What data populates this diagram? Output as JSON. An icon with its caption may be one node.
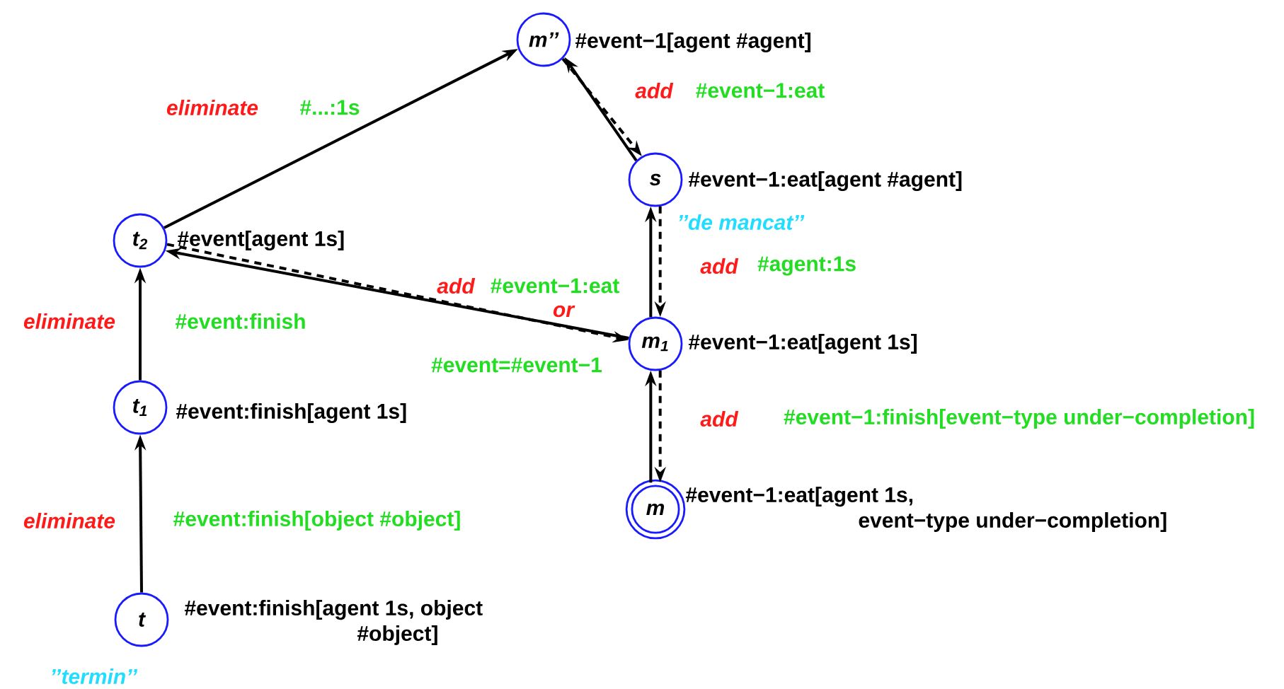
{
  "diagram": {
    "nodes": [
      {
        "text": [
          "m’’"
        ],
        "beside": [
          "#event−1[agent #agent]"
        ]
      },
      {
        "text": [
          "s"
        ],
        "beside": [
          "#event−1:eat[agent #agent]",
          "’’de mancat’’"
        ]
      },
      {
        "text": [
          "t$_{2}$"
        ],
        "beside": [
          "#event[agent 1s]"
        ]
      },
      {
        "text": [
          "m$_{1}$"
        ],
        "beside": [
          "#event−1:eat[agent 1s]"
        ]
      },
      {
        "text": [
          "t$_{1}$"
        ],
        "beside": [
          "#event:finish[agent 1s]"
        ]
      },
      {
        "text": [
          "m"
        ],
        "beside": [
          "#event−1:eat[agent 1s, event−type under−completion]"
        ]
      },
      {
        "text": [
          "t"
        ],
        "beside": [
          "#event:finish[agent 1s, object #object]",
          "’’termin’’"
        ]
      }
    ],
    "edges": [
      {
        "from": 2,
        "to": 0,
        "arrow": "to",
        "label": "eliminate"
      },
      {
        "from": 1,
        "to": 0,
        "arrow": "to"
      },
      {
        "from": 0,
        "to": 1,
        "arrow": "to",
        "style": "dashed",
        "label": "add"
      },
      {
        "from": 3,
        "to": 1,
        "arrow": "to"
      },
      {
        "from": 1,
        "to": 3,
        "arrow": "to",
        "style": "dashed",
        "label": "add"
      },
      {
        "from": 3,
        "to": 2,
        "arrow": "to"
      },
      {
        "from": 2,
        "to": 3,
        "arrow": "to",
        "style": "dashed",
        "label": "add"
      },
      {
        "from": 5,
        "to": 3,
        "arrow": "to"
      },
      {
        "from": 3,
        "to": 5,
        "arrow": "to",
        "style": "dashed",
        "label": "add"
      },
      {
        "from": 4,
        "to": 2,
        "arrow": "to",
        "label": "eliminate"
      },
      {
        "from": 6,
        "to": 4,
        "arrow": "to",
        "label": "eliminate"
      }
    ],
    "labels": [
      "#...:1s",
      "#event−1:eat",
      "#agent:1s",
      "#event−1:eat",
      "or",
      "#event:finish",
      "#event=#event−1",
      "#event−1:finish[event−type under−completion]",
      "#event:finish[object #object]"
    ]
  }
}
